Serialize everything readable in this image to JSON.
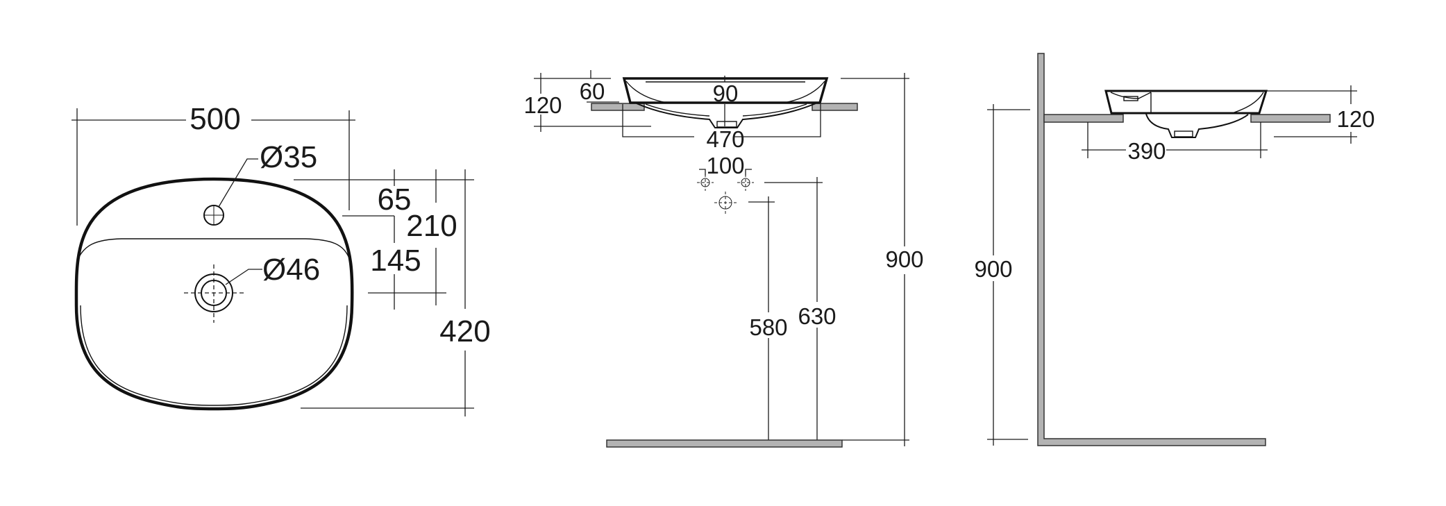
{
  "drawing": {
    "units": "mm",
    "colors": {
      "line": "#1a1a1a",
      "slab": "#b3b3b3"
    },
    "plan_view": {
      "width_label": "500",
      "depth_label": "420",
      "tap_hole_label": "Ø35",
      "waste_label": "Ø46",
      "tap_offset_label": "65",
      "waste_from_back_label": "210",
      "waste_from_tap_label": "145"
    },
    "front_view": {
      "overall_height_label": "120",
      "rim_to_counter_label": "60",
      "waste_depth_label": "90",
      "cutout_width_label": "470",
      "tap_spacing_label": "100",
      "supply_height_label": "630",
      "waste_height_label": "580",
      "counter_height_label": "900"
    },
    "side_view": {
      "overall_height_label": "120",
      "cutout_depth_label": "390",
      "counter_height_label": "900"
    }
  }
}
